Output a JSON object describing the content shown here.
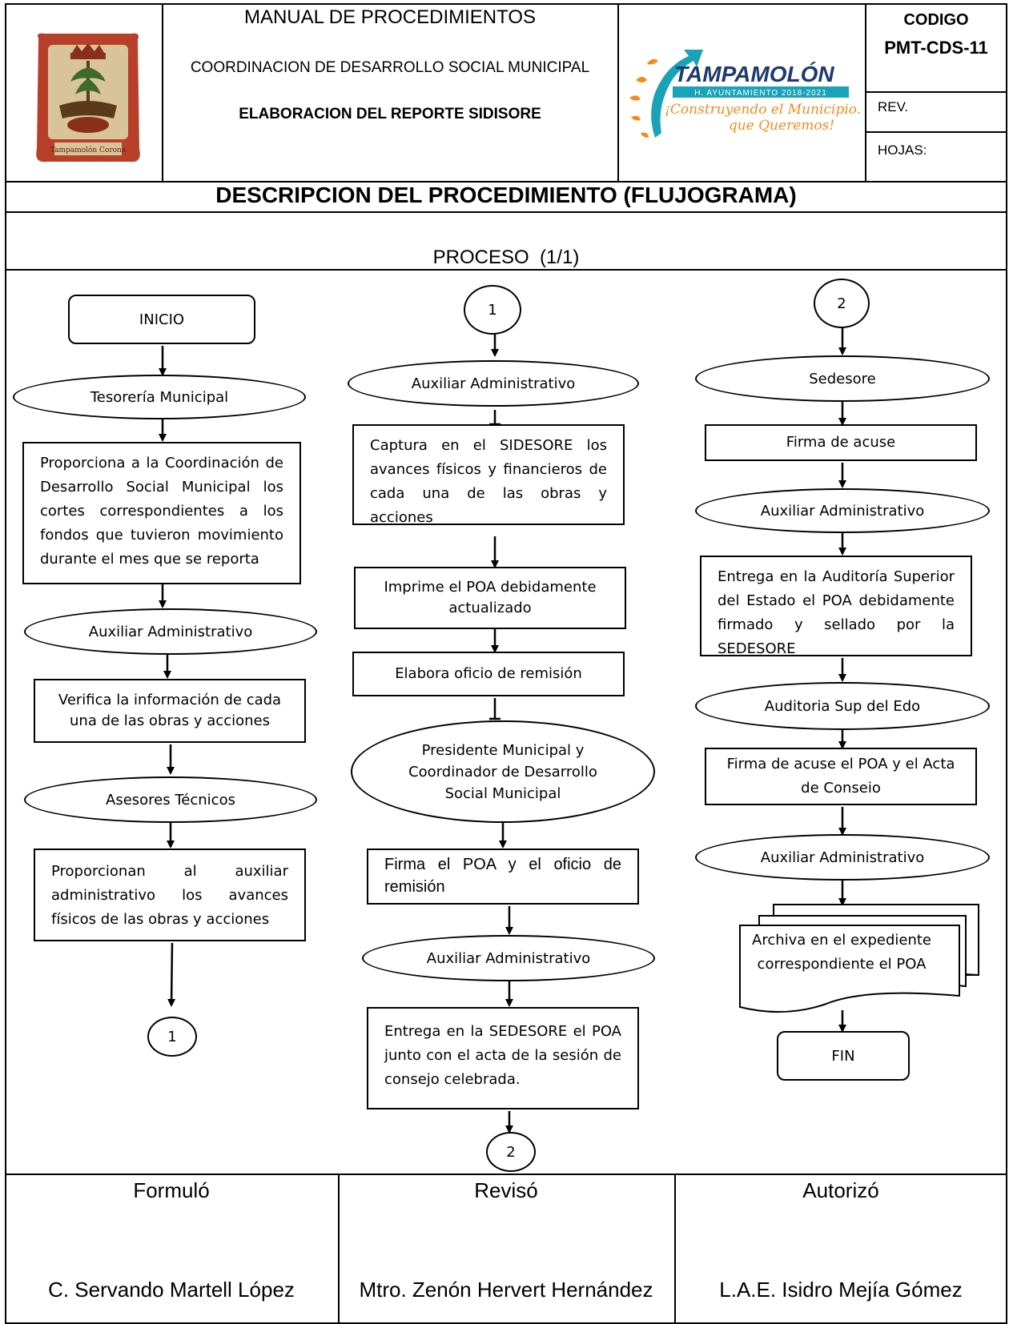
{
  "header": {
    "title": "MANUAL DE PROCEDIMIENTOS",
    "department": "COORDINACION DE DESARROLLO SOCIAL MUNICIPAL",
    "procedure": "ELABORACION DEL REPORTE SIDISORE",
    "code_label": "CODIGO",
    "code_value": "PMT-CDS-11",
    "rev_label": "REV.",
    "sheets_label": "HOJAS:",
    "logo_title": "TAMPAMOLÓN",
    "logo_band": "H. AYUNTAMIENTO 2018-2021",
    "logo_slogan_1": "¡Construyendo el Municipio...",
    "logo_slogan_2": "que Queremos!",
    "seal_caption": "Tampamolón Corona"
  },
  "section_title": "DESCRIPCION DEL PROCEDIMIENTO (FLUJOGRAMA)",
  "process_label": "PROCESO  (1/1)",
  "flow": {
    "col1": {
      "start": "INICIO",
      "actor1": "Tesorería Municipal",
      "step1": "Proporciona a la Coordinación de Desarrollo Social Municipal los cortes correspondientes a los fondos que tuvieron movimiento durante el mes que se reporta",
      "actor2": "Auxiliar Administrativo",
      "step2": "Verifica la información de cada una de las obras y acciones",
      "actor3": "Asesores Técnicos",
      "step3": "Proporcionan al auxiliar administrativo los avances físicos de las obras y acciones",
      "connector_out": "1"
    },
    "col2": {
      "connector_in": "1",
      "actor1": "Auxiliar Administrativo",
      "step1": "Captura en el SIDESORE los avances físicos y financieros de cada una de las obras y acciones",
      "step2": "Imprime el POA debidamente actualizado",
      "step3": "Elabora oficio de remisión",
      "actor2": "Presidente Municipal y Coordinador de Desarrollo Social Municipal",
      "step4": "Firma el POA y el oficio de remisión",
      "actor3": "Auxiliar Administrativo",
      "step5": "Entrega en la SEDESORE el POA junto con el acta de la sesión de consejo celebrada.",
      "connector_out": "2"
    },
    "col3": {
      "connector_in": "2",
      "actor1": "Sedesore",
      "step1": "Firma de acuse",
      "actor2": "Auxiliar Administrativo",
      "step2": "Entrega en la Auditoría Superior del Estado el POA debidamente firmado y sellado por la SEDESORE",
      "actor3": "Auditoria Sup del Edo",
      "step3": "Firma de acuse el POA y el Acta de Conseio",
      "actor4": "Auxiliar Administrativo",
      "document": "Archiva en el expediente correspondiente el POA",
      "end": "FIN"
    }
  },
  "signatures": {
    "formulo_label": "Formuló",
    "reviso_label": "Revisó",
    "autorizo_label": "Autorizó",
    "formulo_name": "C. Servando Martell López",
    "reviso_name": "Mtro. Zenón Hervert Hernández",
    "autorizo_name": "L.A.E. Isidro Mejía Gómez"
  },
  "colors": {
    "logo_teal": "#1aa3b8",
    "logo_orange": "#f28c1e",
    "logo_navy": "#1f3a6e",
    "seal_red": "#b8402a",
    "seal_tan": "#d9c49a"
  }
}
